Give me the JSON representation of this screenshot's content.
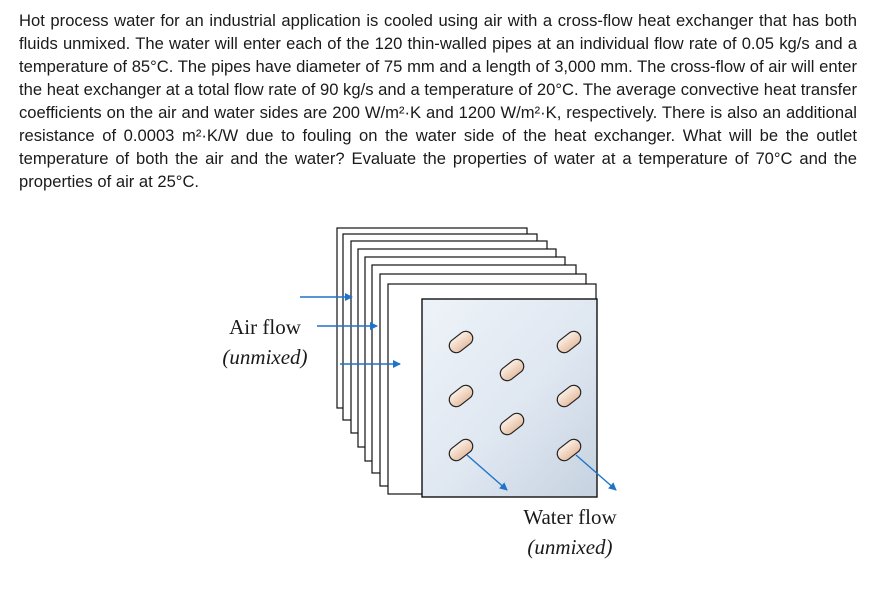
{
  "problem": {
    "text": "Hot process water for an industrial application is cooled using air with a cross-flow heat exchanger that has both fluids unmixed.  The water will enter each of the 120 thin-walled pipes at an individual flow rate of 0.05 kg/s and a temperature of 85°C.  The pipes have diameter of 75 mm and a length of 3,000 mm.  The cross-flow of air will enter the heat exchanger at a total flow rate of 90 kg/s and a temperature of 20°C.  The average convective heat transfer coefficients on the air and water sides are 200 W/m²·K and 1200 W/m²·K, respectively.  There is also an additional resistance of 0.0003 m²·K/W due to fouling on the water side of the heat exchanger.  What will be the outlet temperature of both the air and the water?  Evaluate the properties of water at a temperature of 70°C and the properties of air at 25°C."
  },
  "figure": {
    "air_label": "Air flow",
    "air_sublabel": "(unmixed)",
    "water_label": "Water flow",
    "water_sublabel": "(unmixed)",
    "arrow_color": "#1f74c9",
    "plate_color": "#dfe7f1",
    "tube_color": "#f2d9c6"
  }
}
